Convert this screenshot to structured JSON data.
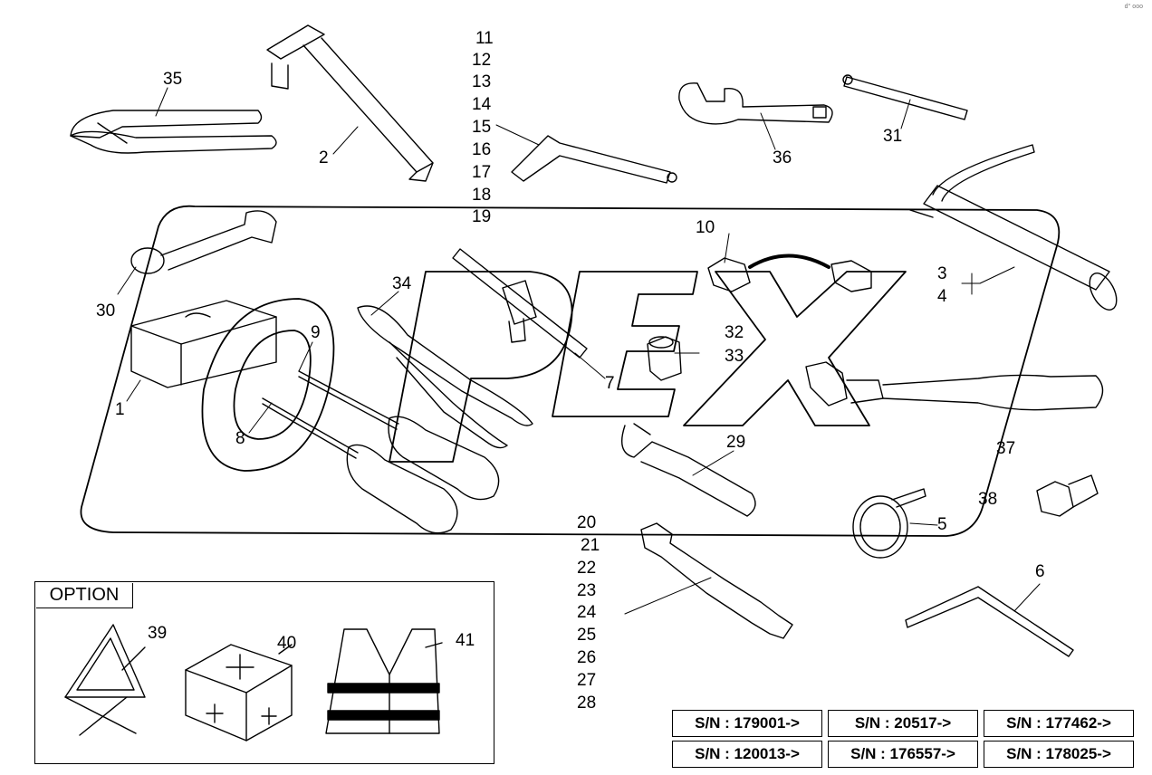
{
  "option_title": "OPTION",
  "watermark": "OPEX",
  "corner_mark": "d° ooo",
  "part_numbers": [
    "1",
    "2",
    "3",
    "4",
    "5",
    "6",
    "7",
    "8",
    "9",
    "10",
    "11",
    "12",
    "13",
    "14",
    "15",
    "16",
    "17",
    "18",
    "19",
    "20",
    "21",
    "22",
    "23",
    "24",
    "25",
    "26",
    "27",
    "28",
    "29",
    "30",
    "31",
    "32",
    "33",
    "34",
    "35",
    "36",
    "37",
    "38",
    "39",
    "40",
    "41"
  ],
  "serial_numbers": [
    "S/N : 179001->",
    "S/N : 20517->",
    "S/N : 177462->",
    "S/N : 120013->",
    "S/N : 176557->",
    "S/N : 178025->"
  ],
  "colors": {
    "line": "#000000",
    "watermark": "#000000",
    "background": "#ffffff"
  }
}
